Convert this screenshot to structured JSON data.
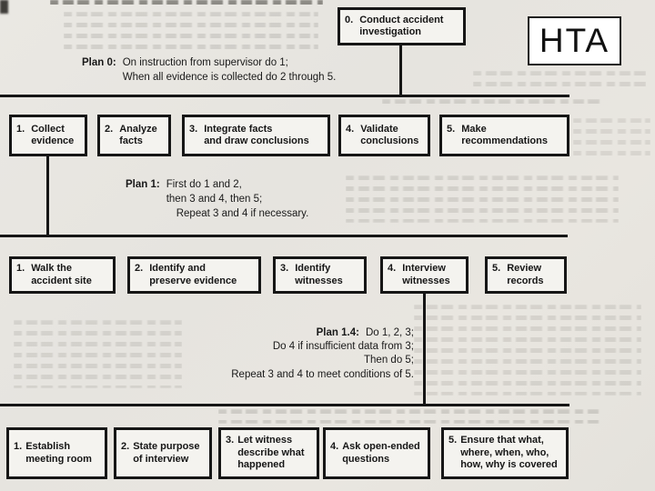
{
  "page": {
    "corner_label": "HTA"
  },
  "root": {
    "num": "0.",
    "label": "Conduct accident\ninvestigation"
  },
  "plans": [
    {
      "name": "Plan 0:",
      "lines": [
        "On instruction from supervisor do 1;",
        "When all evidence is collected do 2 through 5."
      ]
    },
    {
      "name": "Plan 1:",
      "lines": [
        "First do 1 and 2,",
        "then 3 and 4, then 5;",
        "Repeat 3 and 4 if necessary."
      ]
    },
    {
      "name": "Plan 1.4:",
      "lines": [
        "Do 1, 2, 3;",
        "Do 4 if insufficient data from 3;",
        "Then do 5;",
        "Repeat 3 and 4 to meet conditions of 5."
      ]
    }
  ],
  "level1": [
    {
      "num": "1.",
      "label": "Collect\nevidence"
    },
    {
      "num": "2.",
      "label": "Analyze\nfacts"
    },
    {
      "num": "3.",
      "label": "Integrate facts\nand draw conclusions"
    },
    {
      "num": "4.",
      "label": "Validate\nconclusions"
    },
    {
      "num": "5.",
      "label": "Make\nrecommendations"
    }
  ],
  "level2": [
    {
      "num": "1.",
      "label": "Walk the\naccident site"
    },
    {
      "num": "2.",
      "label": "Identify and\npreserve evidence"
    },
    {
      "num": "3.",
      "label": "Identify\nwitnesses"
    },
    {
      "num": "4.",
      "label": "Interview\nwitnesses"
    },
    {
      "num": "5.",
      "label": "Review\nrecords"
    }
  ],
  "level3": [
    {
      "num": "1.",
      "label": "Establish\nmeeting room"
    },
    {
      "num": "2.",
      "label": "State purpose\nof interview"
    },
    {
      "num": "3.",
      "label": "Let witness\ndescribe what\nhappened"
    },
    {
      "num": "4.",
      "label": "Ask open-ended\nquestions"
    },
    {
      "num": "5.",
      "label": "Ensure that what,\nwhere, when, who,\nhow, why is covered"
    }
  ],
  "colors": {
    "ink": "#161616",
    "page_bg": "#e8e6e1",
    "box_bg": "#f4f3ef"
  }
}
